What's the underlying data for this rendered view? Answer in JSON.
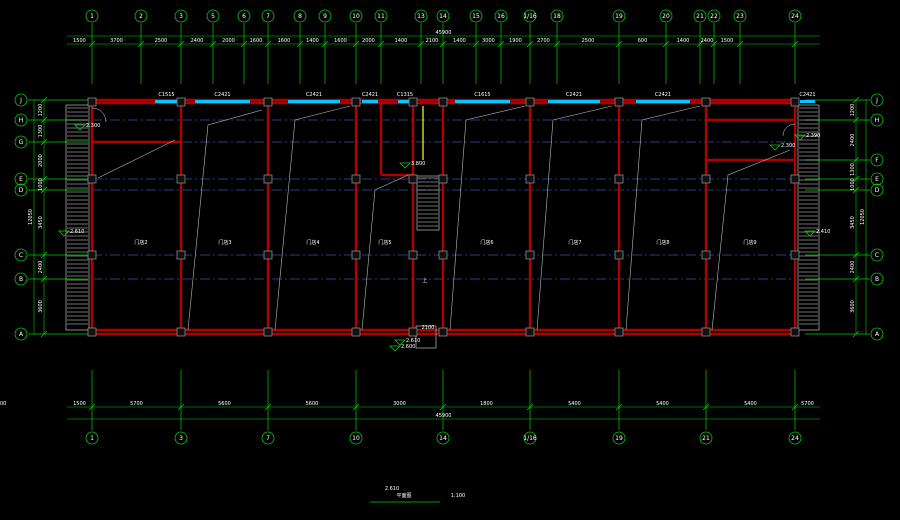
{
  "colors": {
    "background": "#000000",
    "axis_green": "#00d000",
    "wall_red": "#b00000",
    "column_grey": "#8a8a8a",
    "window_cyan": "#00c8ff",
    "text_white": "#ffffff",
    "centerline_blue": "#4080ff",
    "stair_white": "#dddddd",
    "elevation_green": "#20c020",
    "pipe_yellow": "#ffff40"
  },
  "plan": {
    "top_overall_dim": "45900",
    "bottom_overall_dim": "45900",
    "top_axes": [
      "1",
      "2",
      "3",
      "5",
      "6",
      "7",
      "8",
      "9",
      "10",
      "11",
      "13",
      "14",
      "15",
      "16",
      "1/16",
      "18",
      "19",
      "20",
      "21",
      "22",
      "23",
      "24"
    ],
    "top_dims": [
      "1500",
      "3700",
      "2500",
      "2400",
      "2000",
      "1600",
      "1600",
      "1400",
      "1600",
      "2000",
      "1400",
      "2100",
      "1400",
      "3000",
      "1900",
      "2700",
      "2500",
      "600",
      "1400",
      "2400",
      "1500"
    ],
    "bottom_axes": [
      "1",
      "3",
      "7",
      "10",
      "14",
      "1/16",
      "19",
      "21",
      "24"
    ],
    "bottom_dims": [
      "1500",
      "5700",
      "5600",
      "5600",
      "3000",
      "1800",
      "5400",
      "5400",
      "5400",
      "5700",
      "1500"
    ],
    "left_axes": [
      "J",
      "H",
      "G",
      "E",
      "D",
      "C",
      "B",
      "A"
    ],
    "right_axes": [
      "J",
      "H",
      "F",
      "E",
      "D",
      "C",
      "B",
      "A"
    ],
    "left_overall_dim": "12050",
    "right_overall_dim": "12050",
    "left_dims": [
      "1200",
      "1300",
      "2000",
      "1000",
      "3450",
      "2400",
      "3600"
    ],
    "right_dims": [
      "1200",
      "2400",
      "1300",
      "1000",
      "3450",
      "2400",
      "3600"
    ],
    "room_labels": [
      "门店2",
      "门店3",
      "门店4",
      "门店5",
      "门店6",
      "门店7",
      "门店8",
      "门店9"
    ],
    "elevations": {
      "left_top": "2.300",
      "left_mid": "2.610",
      "stair_hall": "3.800",
      "entrance_1": "2.610",
      "entrance_2": "2.600",
      "right_top": "2.300",
      "right_mid": "2.410",
      "right_corner": "2.390"
    },
    "window_tags": [
      "C1515",
      "C2421",
      "C2421",
      "C2421",
      "C1315",
      "C1615",
      "C2421",
      "C2421",
      "C2421"
    ],
    "misc_labels": {
      "stair_mark": "上",
      "entrance_mark": "2100"
    },
    "title": "平面图",
    "title_elevation": "2.610",
    "scale": "1:100"
  }
}
